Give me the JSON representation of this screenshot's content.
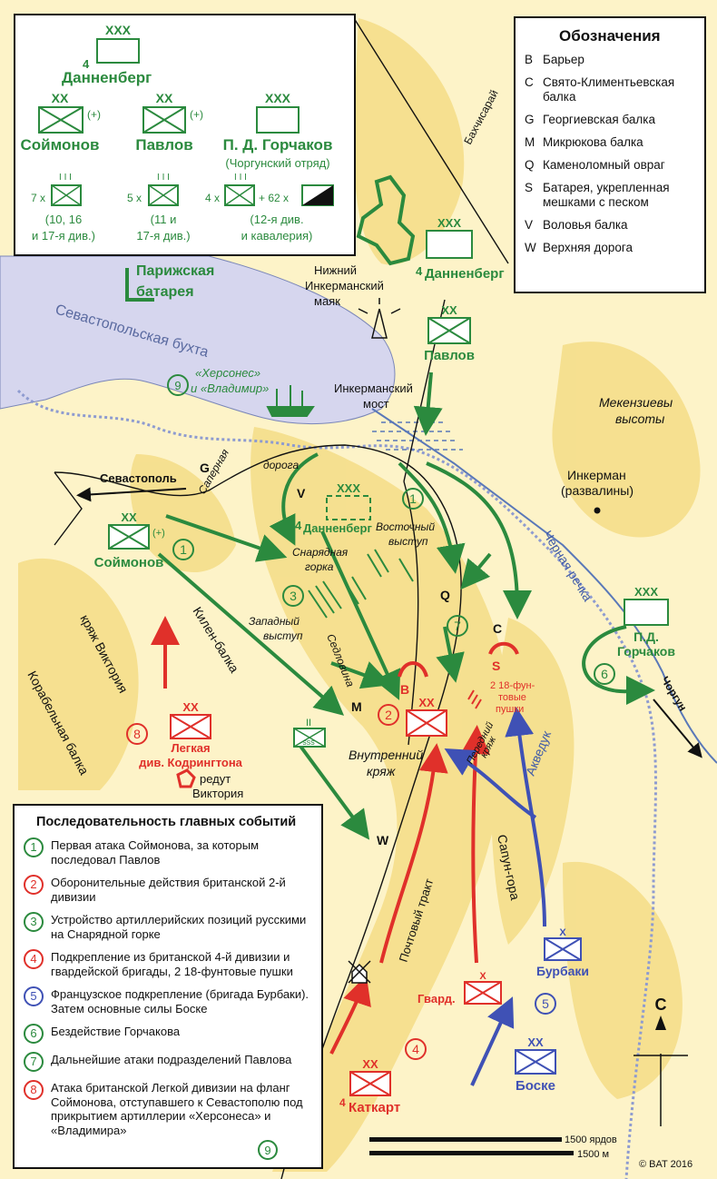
{
  "oob": {
    "dannenberg": {
      "echelon": "XXX",
      "number": "4",
      "name": "Данненберг"
    },
    "soimonov": {
      "echelon": "XX",
      "tag": "(+)",
      "name": "Соймонов"
    },
    "pavlov": {
      "echelon": "XX",
      "tag": "(+)",
      "name": "Павлов"
    },
    "gorchakov": {
      "echelon": "XXX",
      "name": "П. Д. Горчаков",
      "detail": "(Чоргунский отряд)"
    },
    "soimonov_sub": {
      "mult": "7 x",
      "echelon": "I I I",
      "note1": "(10, 16",
      "note2": "и 17-я див.)"
    },
    "pavlov_sub": {
      "mult": "5 x",
      "echelon": "I I I",
      "note1": "(11 и",
      "note2": "17-я див.)"
    },
    "gorchakov_sub": {
      "mult": "4 x",
      "echelon": "I I I",
      "plus": "+ 62 x",
      "note1": "(12-я див.",
      "note2": "и кавалерия)"
    }
  },
  "legend": {
    "title": "Обозначения",
    "items": [
      {
        "key": "B",
        "label": "Барьер"
      },
      {
        "key": "C",
        "label": "Свято-Климентьевская балка"
      },
      {
        "key": "G",
        "label": "Георгиевская балка"
      },
      {
        "key": "M",
        "label": "Микрюкова балка"
      },
      {
        "key": "Q",
        "label": "Каменоломный овраг"
      },
      {
        "key": "S",
        "label": "Батарея, укрепленная мешками с песком"
      },
      {
        "key": "V",
        "label": "Воловья балка"
      },
      {
        "key": "W",
        "label": "Верхняя дорога"
      }
    ]
  },
  "sequence": {
    "title": "Последовательность главных событий",
    "items": [
      {
        "num": "1",
        "color": "g",
        "text": "Первая атака Соймонова, за которым последовал Павлов"
      },
      {
        "num": "2",
        "color": "r",
        "text": "Оборонительные действия британской 2-й дивизии"
      },
      {
        "num": "3",
        "color": "g",
        "text": "Устройство артиллерийских позиций русскими на Снарядной горке"
      },
      {
        "num": "4",
        "color": "r",
        "text": "Подкрепление из британской 4-й дивизии и гвардейской бригады, 2 18-фунтовые пушки"
      },
      {
        "num": "5",
        "color": "b",
        "text": "Французское подкрепление (бригада Бурбаки). Затем основные силы Боске"
      },
      {
        "num": "6",
        "color": "g",
        "text": "Бездействие Горчакова"
      },
      {
        "num": "7",
        "color": "g",
        "text": "Дальнейшие атаки подразделений Павлова"
      },
      {
        "num": "8",
        "color": "r",
        "text": "Атака британской Легкой дивизии на фланг Соймонова, отступавшего к Севастополю под прикрытием артиллерии «Херсонеса» и «Владимира»"
      }
    ],
    "trailing_marker": "9"
  },
  "labels": {
    "paris_battery_1": "Парижская",
    "paris_battery_2": "батарея",
    "bay": "Севастопольская бухта",
    "ships": "«Херсонес» и «Владимир»",
    "ships_1": "«Херсонес»",
    "ships_2": "и «Владимир»",
    "lighthouse_1": "Нижний",
    "lighthouse_2": "Инкерманский",
    "lighthouse_3": "маяк",
    "bridge_1": "Инкерманский",
    "bridge_2": "мост",
    "bakhchisaray": "Бахчисарай",
    "mekenzi_1": "Мекензиевы",
    "mekenzi_2": "высоты",
    "inkerman_1": "Инкерман",
    "inkerman_2": "(развалины)",
    "road": "дорога",
    "sapernaya": "Саперная",
    "sevastopol": "Севастополь",
    "east_ledge_1": "Восточный",
    "east_ledge_2": "выступ",
    "shell_hill_1": "Снарядная",
    "shell_hill_2": "горка",
    "west_ledge_1": "Западный",
    "west_ledge_2": "выступ",
    "saddle": "Седловина",
    "kilen": "Килен-балка",
    "victoria_ridge": "кряж Виктория",
    "korabelnaya": "Корабельная балка",
    "inner_ridge_1": "Внутренний",
    "inner_ridge_2": "кряж",
    "front_ridge_1": "Передний",
    "front_ridge_2": "кряж",
    "guns_1": "2 18-фун-",
    "guns_2": "товые",
    "guns_3": "пушки",
    "chernaya": "Черная речка",
    "aqueduct": "Акведук",
    "chorgun": "Чоргун",
    "sapun": "Сапун-гора",
    "post_road": "Почтовый тракт",
    "redoubt_1": "редут",
    "redoubt_2": "Виктория",
    "light_div_1": "Легкая",
    "light_div_2": "див. Кодрингтона",
    "guards": "Гвард.",
    "bourbaki": "Бурбаки",
    "bosquet": "Боске",
    "cathcart": "Каткарт",
    "cathcart_num": "4",
    "dannenberg_map": "Данненберг",
    "dannenberg_num": "4",
    "pavlov_map": "Павлов",
    "soimonov_map": "Соймонов",
    "gorchakov_map_1": "П.Д.",
    "gorchakov_map_2": "Горчаков",
    "north": "С",
    "scale_yards": "1500 ярдов",
    "scale_m": "1500 м",
    "credit": "© BAT 2016",
    "sss": "sss",
    "echelon_xxx": "XXX",
    "echelon_xx": "XX",
    "echelon_x": "X",
    "echelon_ii": "II",
    "plus_tag": "(+)"
  },
  "map_letters": {
    "B": "B",
    "C": "C",
    "G": "G",
    "M": "M",
    "Q": "Q",
    "S": "S",
    "V": "V",
    "W": "W"
  },
  "markers": {
    "m1a": "1",
    "m1b": "1",
    "m2": "2",
    "m3": "3",
    "m4": "4",
    "m5": "5",
    "m6": "6",
    "m7": "7",
    "m8": "8",
    "m9": "9"
  },
  "colors": {
    "russian": "#2b8a3e",
    "british": "#e0302a",
    "french": "#3f51b5",
    "water": "#d6d6ee",
    "land_light": "#fdf3c8",
    "land_mid": "#f5de8a",
    "river": "#5a78b8"
  }
}
